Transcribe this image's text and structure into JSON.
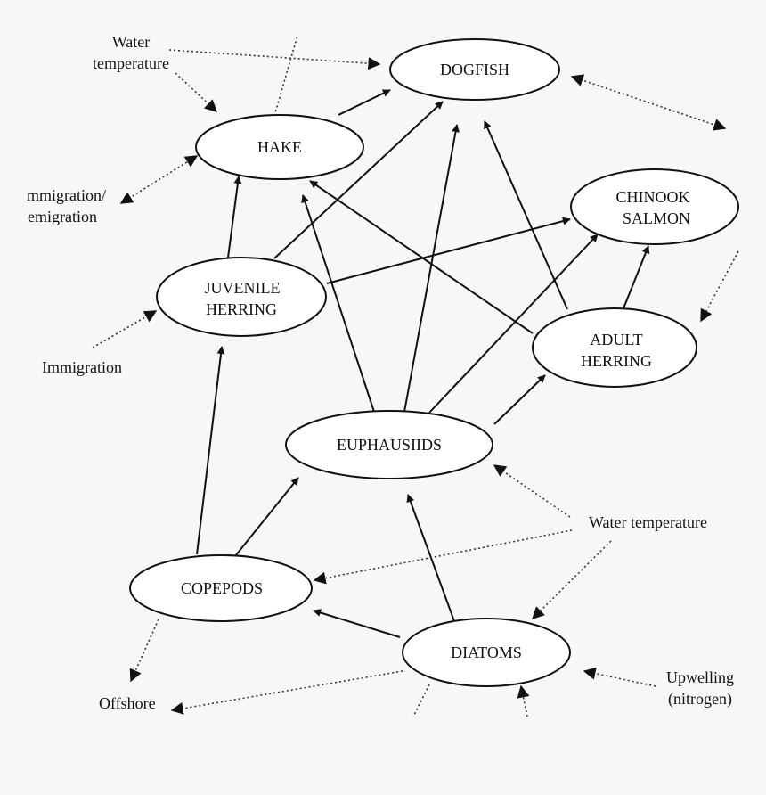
{
  "nodes": {
    "dogfish": "DOGFISH",
    "hake": "HAKE",
    "chinook": [
      "CHINOOK",
      "SALMON"
    ],
    "juvenile_herring": [
      "JUVENILE",
      "HERRING"
    ],
    "adult_herring": [
      "ADULT",
      "HERRING"
    ],
    "euphausiids": "EUPHAUSIIDS",
    "copepods": "COPEPODS",
    "diatoms": "DIATOMS"
  },
  "drivers": {
    "water_temp_top": [
      "Water",
      "temperature"
    ],
    "migration": [
      "mmigration/",
      "emigration"
    ],
    "immigration": "Immigration",
    "water_temp_bottom": "Water temperature",
    "upwelling": [
      "Upwelling",
      "(nitrogen)"
    ],
    "offshore": "Offshore"
  },
  "colors": {
    "background": "#f7f7f7",
    "ink": "#111111",
    "node_fill": "#ffffff"
  }
}
